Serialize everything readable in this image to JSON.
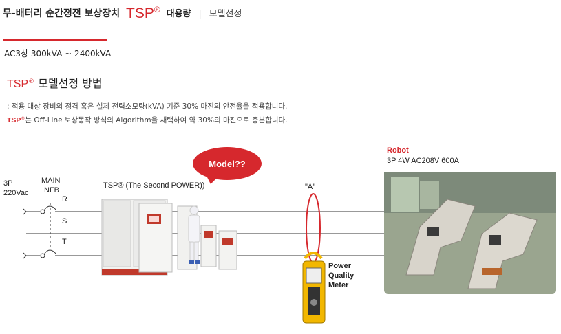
{
  "header": {
    "title": "무-배터리 순간정전 보상장치",
    "brand": "TSP",
    "registered": "®",
    "capacity": "대용량",
    "separator": "|",
    "crumb": "모델선정"
  },
  "range": "AC3상 300kVA ~ 2400kVA",
  "section": {
    "brand": "TSP",
    "registered": "®",
    "title": "모델선정 방법",
    "line1": ": 적용 대상 장비의 정격 혹은 실제 전력소모량(kVA) 기준 30% 마진의 안전율을 적용합니다.",
    "line2_brand": "TSP",
    "line2_registered": "®",
    "line2_text": "는 Off-Line 보상동작 방식의 Algorithm을 채택하여 약 30%의 마진으로 충분합니다."
  },
  "diagram": {
    "source_line1": "3P",
    "source_line2": "220Vac",
    "nfb_line1": "MAIN",
    "nfb_line2": "NFB",
    "phase_r": "R",
    "phase_s": "S",
    "phase_t": "T",
    "tsp_label": "TSP® (The Second POWER))",
    "bubble": "Model??",
    "point_a": "\"A\"",
    "meter_line1": "Power",
    "meter_line2": "Quality",
    "meter_line3": "Meter",
    "robot_title": "Robot",
    "robot_spec": "3P 4W AC208V 600A",
    "accent_color": "#d6282d"
  }
}
